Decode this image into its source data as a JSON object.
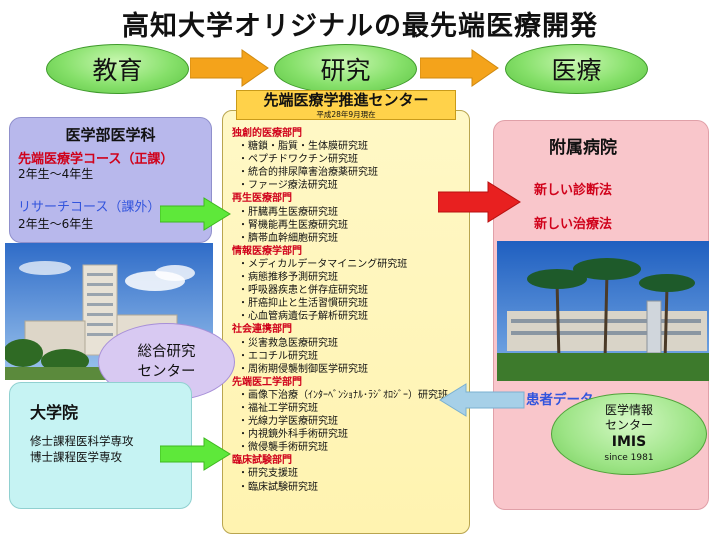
{
  "title": "高知大学オリジナルの最先端医療開発",
  "flow": {
    "education": "教育",
    "research": "研究",
    "medicine": "医療"
  },
  "center": {
    "title": "先端医療学推進センター",
    "date": "平成28年9月現在",
    "departments": [
      {
        "name": "独創的医療部門",
        "items": [
          "・糖鎖・脂質・生体膜研究班",
          "・ペプチドワクチン研究班",
          "・統合的排尿障害治療薬研究班",
          "・ファージ療法研究班"
        ]
      },
      {
        "name": "再生医療部門",
        "items": [
          "・肝臓再生医療研究班",
          "・腎機能再生医療研究班",
          "・臍帯血幹細胞研究班"
        ]
      },
      {
        "name": "情報医療学部門",
        "items": [
          "・メディカルデータマイニング研究班",
          "・病態推移予測研究班",
          "・呼吸器疾患と併存症研究班",
          "・肝癌抑止と生活習慣研究班",
          "・心血管病遺伝子解析研究班"
        ]
      },
      {
        "name": "社会連携部門",
        "items": [
          "・災害救急医療研究班",
          "・エコチル研究班",
          "・周術期侵襲制御医学研究班"
        ]
      },
      {
        "name": "先端医工学部門",
        "items": [
          "・画像下治療（ｲﾝﾀｰﾍﾞﾝｼｮﾅﾙ･ﾗｼﾞｵﾛｼﾞｰ）研究班",
          "・福祉工学研究班",
          "・光線力学医療研究班",
          "・内視鏡外科手術研究班",
          "・微侵襲手術研究班"
        ]
      },
      {
        "name": "臨床試験部門",
        "items": [
          "・研究支援班",
          "・臨床試験研究班"
        ]
      }
    ]
  },
  "faculty": {
    "title": "医学部医学科",
    "course1": "先端医療学コース（正課）",
    "course1_years": "2年生～4年生",
    "course2": "リサーチコース（課外）",
    "course2_years": "2年生～6年生"
  },
  "general_center": "総合研究\nセンター",
  "graduate": {
    "title": "大学院",
    "line1": "修士課程医科学専攻",
    "line2": "博士課程医学専攻"
  },
  "hospital": {
    "title": "附属病院",
    "diagnosis": "新しい診断法",
    "treatment": "新しい治療法",
    "patient_data": "患者データ"
  },
  "imis": {
    "line1": "医学情報",
    "line2": "センター",
    "name": "IMIS",
    "since": "since 1981"
  },
  "colors": {
    "accent_red": "#d0021b",
    "link_blue": "#3355dd",
    "oval_green": "#86e06a",
    "arrow_orange": "#f4a31b",
    "arrow_green": "#5ee83a",
    "arrow_red": "#e82020",
    "arrow_blue": "#a6d0e8"
  }
}
